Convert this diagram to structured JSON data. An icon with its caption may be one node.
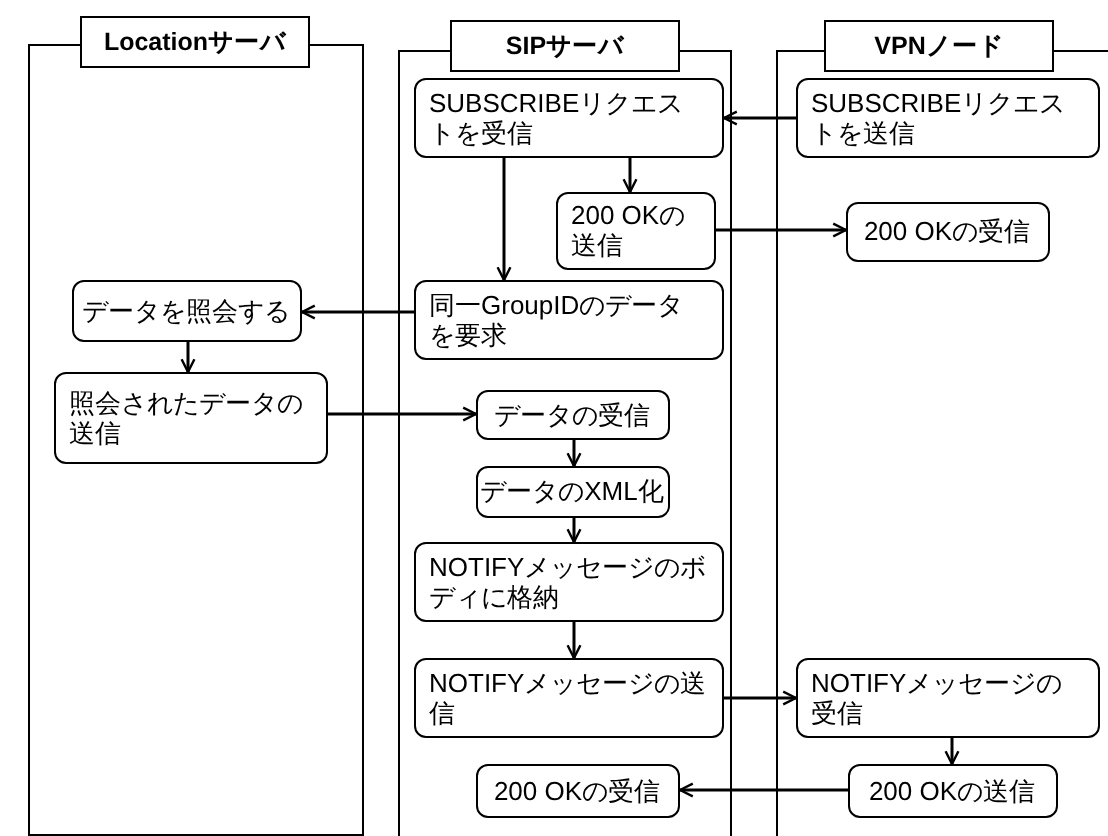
{
  "diagram": {
    "nodes": [
      {
        "text": [],
        "shape": "box"
      },
      {
        "text": [],
        "shape": "box"
      },
      {
        "text": [],
        "shape": "box"
      },
      {
        "text": [
          "Locationサーバ"
        ]
      },
      {
        "text": [
          "SIPサーバ"
        ]
      },
      {
        "text": [
          "VPNノード"
        ]
      },
      {
        "text": [
          "SUBSCRIBEリクエストを受信"
        ],
        "in": 1
      },
      {
        "text": [
          "SUBSCRIBEリクエストを送信"
        ],
        "in": 2
      },
      {
        "text": [
          "200 OKの送信"
        ],
        "in": 1
      },
      {
        "text": [
          "200 OKの受信"
        ],
        "in": 2
      },
      {
        "text": [
          "同一GroupIDのデータを要求"
        ],
        "in": 1
      },
      {
        "text": [
          "データを照会する"
        ],
        "in": 0
      },
      {
        "text": [
          "照会されたデータの送信"
        ],
        "in": 0
      },
      {
        "text": [
          "データの受信"
        ],
        "in": 1
      },
      {
        "text": [
          "データのXML化"
        ],
        "in": 1
      },
      {
        "text": [
          "NOTIFYメッセージのボディに格納"
        ],
        "in": 1
      },
      {
        "text": [
          "NOTIFYメッセージの送信"
        ],
        "in": 1
      },
      {
        "text": [
          "NOTIFYメッセージの受信"
        ],
        "in": 2
      },
      {
        "text": [
          "200 OKの受信"
        ],
        "in": 1
      },
      {
        "text": [
          "200 OKの送信"
        ],
        "in": 2
      }
    ],
    "edges": [
      {
        "from": 7,
        "to": 6,
        "arrow": "to"
      },
      {
        "from": 6,
        "to": 10,
        "arrow": "to"
      },
      {
        "from": 6,
        "to": 8,
        "arrow": "to"
      },
      {
        "from": 8,
        "to": 9,
        "arrow": "to"
      },
      {
        "from": 10,
        "to": 11,
        "arrow": "to"
      },
      {
        "from": 11,
        "to": 12,
        "arrow": "to"
      },
      {
        "from": 12,
        "to": 13,
        "arrow": "to"
      },
      {
        "from": 13,
        "to": 14,
        "arrow": "to"
      },
      {
        "from": 14,
        "to": 15,
        "arrow": "to"
      },
      {
        "from": 15,
        "to": 16,
        "arrow": "to"
      },
      {
        "from": 16,
        "to": 17,
        "arrow": "to"
      },
      {
        "from": 17,
        "to": 19,
        "arrow": "to"
      },
      {
        "from": 19,
        "to": 18,
        "arrow": "to"
      }
    ]
  }
}
